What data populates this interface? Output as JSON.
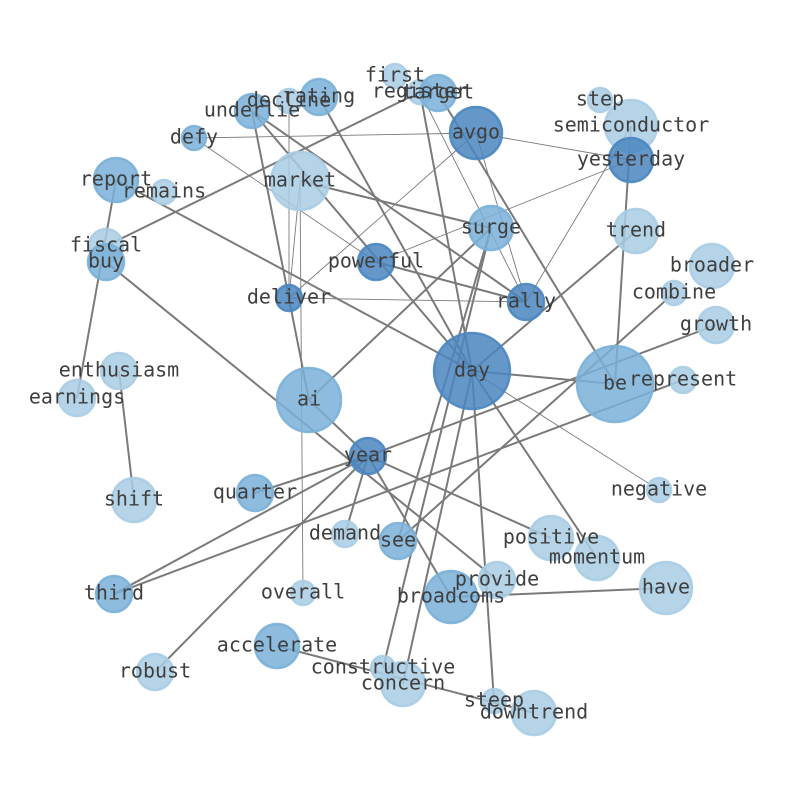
{
  "colors": {
    "light": "#a9cce4",
    "mid": "#7ab0d8",
    "dark": "#4a86bf",
    "edge": "#7a7a7a",
    "label": "#3f3f3f"
  },
  "nodes": [
    {
      "id": "first",
      "label": "first",
      "shade": "light"
    },
    {
      "id": "register",
      "label": "register",
      "shade": "light"
    },
    {
      "id": "target",
      "label": "target",
      "shade": "mid"
    },
    {
      "id": "rating",
      "label": "rating",
      "shade": "mid"
    },
    {
      "id": "decline",
      "label": "decline",
      "shade": "light"
    },
    {
      "id": "underlie",
      "label": "underlie",
      "shade": "mid"
    },
    {
      "id": "step",
      "label": "step",
      "shade": "light"
    },
    {
      "id": "avgo",
      "label": "avgo",
      "shade": "dark"
    },
    {
      "id": "semiconductor",
      "label": "semiconductor",
      "shade": "light"
    },
    {
      "id": "defy",
      "label": "defy",
      "shade": "mid"
    },
    {
      "id": "yesterday",
      "label": "yesterday",
      "shade": "dark"
    },
    {
      "id": "report",
      "label": "report",
      "shade": "mid"
    },
    {
      "id": "remains",
      "label": "remains",
      "shade": "light"
    },
    {
      "id": "market",
      "label": "market",
      "shade": "light"
    },
    {
      "id": "surge",
      "label": "surge",
      "shade": "mid"
    },
    {
      "id": "trend",
      "label": "trend",
      "shade": "light"
    },
    {
      "id": "fiscal",
      "label": "fiscal",
      "shade": "light"
    },
    {
      "id": "buy",
      "label": "buy",
      "shade": "mid"
    },
    {
      "id": "powerful",
      "label": "powerful",
      "shade": "dark"
    },
    {
      "id": "broader",
      "label": "broader",
      "shade": "light"
    },
    {
      "id": "deliver",
      "label": "deliver",
      "shade": "dark"
    },
    {
      "id": "rally",
      "label": "rally",
      "shade": "dark"
    },
    {
      "id": "combine",
      "label": "combine",
      "shade": "light"
    },
    {
      "id": "growth",
      "label": "growth",
      "shade": "light"
    },
    {
      "id": "enthusiasm",
      "label": "enthusiasm",
      "shade": "light"
    },
    {
      "id": "day",
      "label": "day",
      "shade": "dark"
    },
    {
      "id": "earnings",
      "label": "earnings",
      "shade": "light"
    },
    {
      "id": "ai",
      "label": "ai",
      "shade": "mid"
    },
    {
      "id": "be",
      "label": "be",
      "shade": "mid"
    },
    {
      "id": "represent",
      "label": "represent",
      "shade": "light"
    },
    {
      "id": "year",
      "label": "year",
      "shade": "dark"
    },
    {
      "id": "negative",
      "label": "negative",
      "shade": "light"
    },
    {
      "id": "shift",
      "label": "shift",
      "shade": "light"
    },
    {
      "id": "quarter",
      "label": "quarter",
      "shade": "mid"
    },
    {
      "id": "demand",
      "label": "demand",
      "shade": "light"
    },
    {
      "id": "see",
      "label": "see",
      "shade": "mid"
    },
    {
      "id": "positive",
      "label": "positive",
      "shade": "light"
    },
    {
      "id": "momentum",
      "label": "momentum",
      "shade": "light"
    },
    {
      "id": "provide",
      "label": "provide",
      "shade": "light"
    },
    {
      "id": "have",
      "label": "have",
      "shade": "light"
    },
    {
      "id": "third",
      "label": "third",
      "shade": "mid"
    },
    {
      "id": "overall",
      "label": "overall",
      "shade": "light"
    },
    {
      "id": "broadcoms",
      "label": "broadcoms",
      "shade": "mid"
    },
    {
      "id": "accelerate",
      "label": "accelerate",
      "shade": "mid"
    },
    {
      "id": "robust",
      "label": "robust",
      "shade": "light"
    },
    {
      "id": "constructive",
      "label": "constructive",
      "shade": "light"
    },
    {
      "id": "concern",
      "label": "concern",
      "shade": "light"
    },
    {
      "id": "steep",
      "label": "steep",
      "shade": "light"
    },
    {
      "id": "downtrend",
      "label": "downtrend",
      "shade": "light"
    }
  ],
  "edges": [
    {
      "source": "register",
      "target": "day",
      "weight": 2
    },
    {
      "source": "register",
      "target": "fiscal",
      "weight": 2
    },
    {
      "source": "register",
      "target": "rally",
      "weight": 1
    },
    {
      "source": "target",
      "target": "be",
      "weight": 2
    },
    {
      "source": "rating",
      "target": "day",
      "weight": 2
    },
    {
      "source": "underlie",
      "target": "day",
      "weight": 2
    },
    {
      "source": "decline",
      "target": "deliver",
      "weight": 1
    },
    {
      "source": "defy",
      "target": "avgo",
      "weight": 1
    },
    {
      "source": "defy",
      "target": "powerful",
      "weight": 1
    },
    {
      "source": "avgo",
      "target": "yesterday",
      "weight": 1
    },
    {
      "source": "avgo",
      "target": "rally",
      "weight": 1
    },
    {
      "source": "avgo",
      "target": "deliver",
      "weight": 1
    },
    {
      "source": "semiconductor",
      "target": "be",
      "weight": 2
    },
    {
      "source": "semiconductor",
      "target": "rally",
      "weight": 1
    },
    {
      "source": "yesterday",
      "target": "powerful",
      "weight": 1
    },
    {
      "source": "market",
      "target": "surge",
      "weight": 2
    },
    {
      "source": "market",
      "target": "deliver",
      "weight": 1
    },
    {
      "source": "market",
      "target": "overall",
      "weight": 1
    },
    {
      "source": "report",
      "target": "day",
      "weight": 2
    },
    {
      "source": "report",
      "target": "earnings",
      "weight": 2
    },
    {
      "source": "surge",
      "target": "ai",
      "weight": 2
    },
    {
      "source": "surge",
      "target": "see",
      "weight": 2
    },
    {
      "source": "surge",
      "target": "constructive",
      "weight": 2
    },
    {
      "source": "buy",
      "target": "provide",
      "weight": 2
    },
    {
      "source": "powerful",
      "target": "rally",
      "weight": 2
    },
    {
      "source": "underlie",
      "target": "rally",
      "weight": 2
    },
    {
      "source": "deliver",
      "target": "rally",
      "weight": 1
    },
    {
      "source": "trend",
      "target": "day",
      "weight": 2
    },
    {
      "source": "day",
      "target": "be",
      "weight": 2
    },
    {
      "source": "day",
      "target": "negative",
      "weight": 1
    },
    {
      "source": "day",
      "target": "momentum",
      "weight": 2
    },
    {
      "source": "day",
      "target": "steep",
      "weight": 2
    },
    {
      "source": "day",
      "target": "concern",
      "weight": 2
    },
    {
      "source": "combine",
      "target": "see",
      "weight": 2
    },
    {
      "source": "growth",
      "target": "year",
      "weight": 2
    },
    {
      "source": "represent",
      "target": "third",
      "weight": 2
    },
    {
      "source": "enthusiasm",
      "target": "shift",
      "weight": 2
    },
    {
      "source": "ai",
      "target": "year",
      "weight": 2
    },
    {
      "source": "ai",
      "target": "underlie",
      "weight": 2
    },
    {
      "source": "year",
      "target": "quarter",
      "weight": 2
    },
    {
      "source": "year",
      "target": "third",
      "weight": 2
    },
    {
      "source": "year",
      "target": "robust",
      "weight": 2
    },
    {
      "source": "year",
      "target": "demand",
      "weight": 2
    },
    {
      "source": "year",
      "target": "positive",
      "weight": 2
    },
    {
      "source": "year",
      "target": "broadcoms",
      "weight": 2
    },
    {
      "source": "broadcoms",
      "target": "have",
      "weight": 2
    },
    {
      "source": "accelerate",
      "target": "downtrend",
      "weight": 2
    }
  ]
}
